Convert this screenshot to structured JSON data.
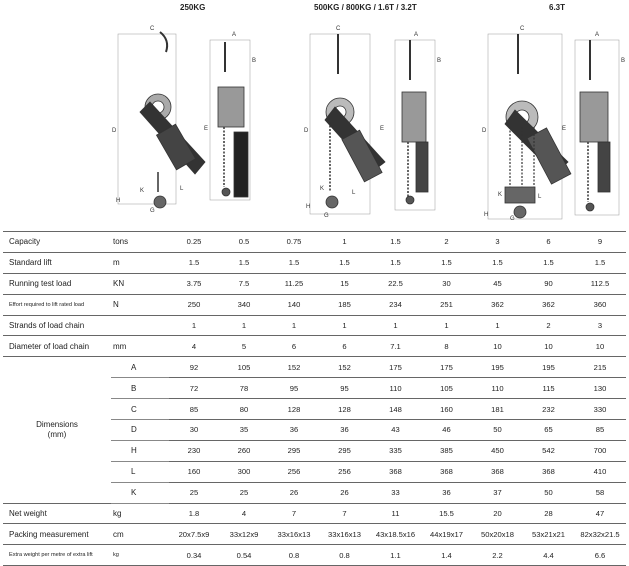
{
  "headers": [
    "250KG",
    "500KG / 800KG / 1.6T / 3.2T",
    "6.3T"
  ],
  "diagram_letters": {
    "group1": [
      "C",
      "A",
      "D",
      "E",
      "B",
      "H",
      "K",
      "L",
      "G"
    ],
    "group2": [
      "C",
      "A",
      "D",
      "E",
      "B",
      "H",
      "K",
      "L",
      "G"
    ],
    "group3": [
      "C",
      "A",
      "D",
      "E",
      "B",
      "H",
      "K",
      "L",
      "G"
    ]
  },
  "rows": [
    {
      "label": "Capacity",
      "unit": "tons",
      "values": [
        "0.25",
        "0.5",
        "0.75",
        "1",
        "1.5",
        "2",
        "3",
        "6",
        "9"
      ]
    },
    {
      "label": "Standard lift",
      "unit": "m",
      "values": [
        "1.5",
        "1.5",
        "1.5",
        "1.5",
        "1.5",
        "1.5",
        "1.5",
        "1.5",
        "1.5"
      ]
    },
    {
      "label": "Running test load",
      "unit": "KN",
      "values": [
        "3.75",
        "7.5",
        "11.25",
        "15",
        "22.5",
        "30",
        "45",
        "90",
        "112.5"
      ]
    },
    {
      "label": "Effort required to lift rated load",
      "unit": "N",
      "values": [
        "250",
        "340",
        "140",
        "185",
        "234",
        "251",
        "362",
        "362",
        "360"
      ]
    },
    {
      "label": "Strands of load chain",
      "unit": "",
      "values": [
        "1",
        "1",
        "1",
        "1",
        "1",
        "1",
        "1",
        "2",
        "3"
      ]
    },
    {
      "label": "Diameter of load chain",
      "unit": "mm",
      "values": [
        "4",
        "5",
        "6",
        "6",
        "7.1",
        "8",
        "10",
        "10",
        "10"
      ]
    }
  ],
  "dimensions": {
    "label": "Dimensions",
    "unit": "(mm)",
    "rows": [
      {
        "letter": "A",
        "values": [
          "92",
          "105",
          "152",
          "152",
          "175",
          "175",
          "195",
          "195",
          "215"
        ]
      },
      {
        "letter": "B",
        "values": [
          "72",
          "78",
          "95",
          "95",
          "110",
          "105",
          "110",
          "115",
          "130"
        ]
      },
      {
        "letter": "C",
        "values": [
          "85",
          "80",
          "128",
          "128",
          "148",
          "160",
          "181",
          "232",
          "330"
        ]
      },
      {
        "letter": "D",
        "values": [
          "30",
          "35",
          "36",
          "36",
          "43",
          "46",
          "50",
          "65",
          "85"
        ]
      },
      {
        "letter": "H",
        "values": [
          "230",
          "260",
          "295",
          "295",
          "335",
          "385",
          "450",
          "542",
          "700"
        ]
      },
      {
        "letter": "L",
        "values": [
          "160",
          "300",
          "256",
          "256",
          "368",
          "368",
          "368",
          "368",
          "410"
        ]
      },
      {
        "letter": "K",
        "values": [
          "25",
          "25",
          "26",
          "26",
          "33",
          "36",
          "37",
          "50",
          "58"
        ]
      }
    ]
  },
  "tail_rows": [
    {
      "label": "Net weight",
      "unit": "kg",
      "values": [
        "1.8",
        "4",
        "7",
        "7",
        "11",
        "15.5",
        "20",
        "28",
        "47"
      ]
    },
    {
      "label": "Packing measurement",
      "unit": "cm",
      "values": [
        "20x7.5x9",
        "33x12x9",
        "33x16x13",
        "33x16x13",
        "43x18.5x16",
        "44x19x17",
        "50x20x18",
        "53x21x21",
        "82x32x21.5"
      ]
    },
    {
      "label": "Extra weight per metre of extra lift",
      "unit": "kg",
      "values": [
        "0.34",
        "0.54",
        "0.8",
        "0.8",
        "1.1",
        "1.4",
        "2.2",
        "4.4",
        "6.6"
      ]
    }
  ]
}
